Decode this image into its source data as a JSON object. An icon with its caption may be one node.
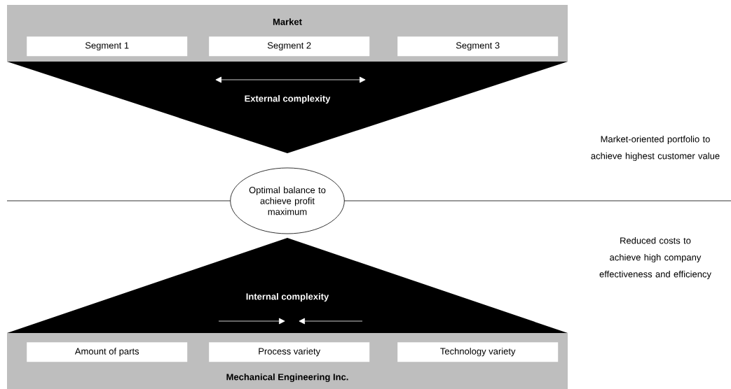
{
  "diagram": {
    "nodes": [
      {
        "text": [
          "Market"
        ]
      },
      {
        "text": [
          "Segment 1"
        ],
        "in": 0
      },
      {
        "text": [
          "Segment 2"
        ],
        "in": 0
      },
      {
        "text": [
          "Segment 3"
        ],
        "in": 0
      },
      {
        "text": [
          "External complexity"
        ]
      },
      {
        "text": [
          "Optimal balance to achieve profit maximum"
        ]
      },
      {
        "text": [
          "Internal complexity"
        ]
      },
      {
        "text": [
          "Mechanical Engineering Inc."
        ]
      },
      {
        "text": [
          "Amount of parts"
        ],
        "in": 7
      },
      {
        "text": [
          "Process variety"
        ],
        "in": 7
      },
      {
        "text": [
          "Technology variety"
        ],
        "in": 7
      }
    ],
    "labels": [
      "Market-oriented portfolio to achieve highest customer value",
      "Reduced costs to achieve high company effectiveness and efficiency"
    ]
  }
}
